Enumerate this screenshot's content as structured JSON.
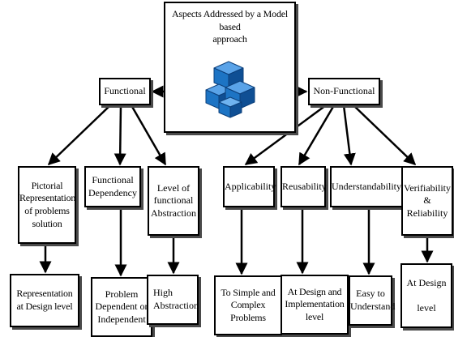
{
  "diagram": {
    "root": "Aspects Addressed by a Model based\napproach",
    "root_icon": "blue-cubes-icon",
    "functional": "Functional",
    "non_functional": "Non-Functional",
    "functional_children": {
      "pictorial": "Pictorial\nRepresentation\nof problems\nsolution",
      "dependency": "Functional\nDependency",
      "abstraction": "Level of\nfunctional\nAbstraction"
    },
    "functional_leaves": {
      "design_level": "Representation\nat Design level",
      "problem_dependent": "Problem\nDependent or\nIndependent",
      "high_abstraction": "High\nAbstraction"
    },
    "non_functional_children": {
      "applicability": "Applicability",
      "reusability": "Reusability",
      "understandability": "Understandability",
      "verifiability": "Verifiability\n&\nReliability"
    },
    "non_functional_leaves": {
      "simple_complex": "To Simple and\nComplex\nProblems",
      "design_impl": "At Design and\nImplementation\nlevel",
      "easy": "Easy to\nUnderstand",
      "at_design": "At Design\n\nlevel"
    },
    "colors": {
      "line": "#000000",
      "box_shadow": "#4a4a4a",
      "icon_blue": "#1d74c4",
      "icon_dark": "#0c3f7a"
    }
  }
}
